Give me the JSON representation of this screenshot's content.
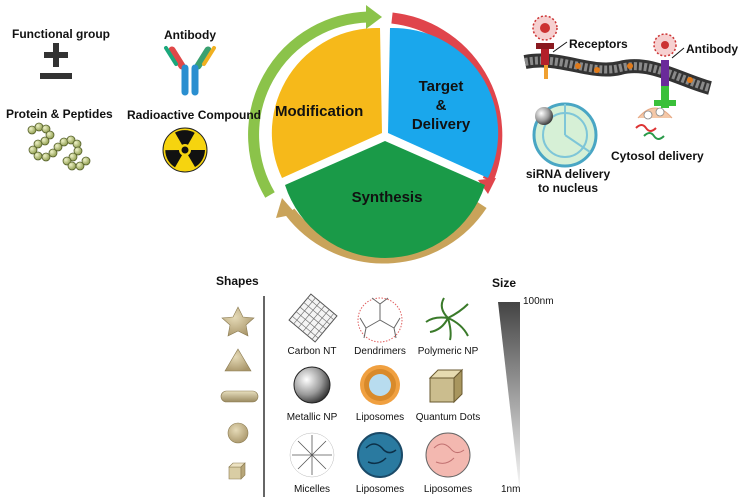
{
  "modification_items": {
    "functional_group": "Functional group",
    "antibody": "Antibody",
    "protein_peptides": "Protein & Peptides",
    "radioactive": "Radioactive Compound"
  },
  "cycle": {
    "modification": "Modification",
    "target_line1": "Target",
    "target_line2": "&",
    "target_line3": "Delivery",
    "synthesis": "Synthesis"
  },
  "delivery": {
    "receptors": "Receptors",
    "antibody": "Antibody",
    "sirna_line1": "siRNA delivery",
    "sirna_line2": "to nucleus",
    "cytosol": "Cytosol delivery"
  },
  "shapes_heading": "Shapes",
  "size": {
    "heading": "Size",
    "top": "100nm",
    "bottom": "1nm"
  },
  "nanoparticles": [
    "Carbon NT",
    "Dendrimers",
    "Polymeric NP",
    "Metallic NP",
    "Liposomes",
    "Quantum Dots",
    "Micelles",
    "Liposomes",
    "Liposomes"
  ],
  "colors": {
    "modification": "#f6b91a",
    "target": "#1aa7ec",
    "synthesis": "#1a9a48",
    "arrow_green": "#8bc34a",
    "arrow_red": "#e0454c",
    "arrow_tan": "#c9a35a"
  }
}
